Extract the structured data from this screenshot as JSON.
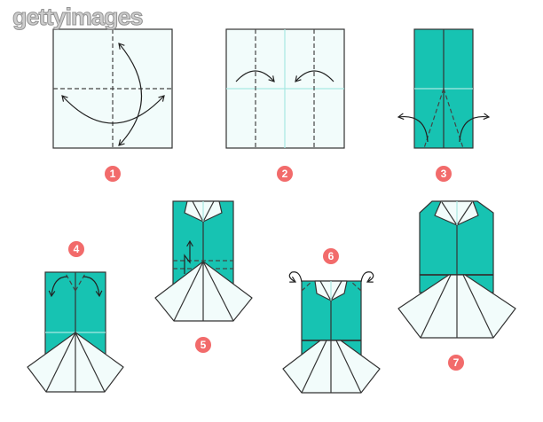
{
  "watermark": "gettyimages",
  "colors": {
    "teal": "#17c3b2",
    "paper": "#f2fcfb",
    "badge": "#f26b6b",
    "line": "#333333"
  },
  "steps": [
    {
      "label": "1"
    },
    {
      "label": "2"
    },
    {
      "label": "3"
    },
    {
      "label": "4"
    },
    {
      "label": "5"
    },
    {
      "label": "6"
    },
    {
      "label": "7"
    }
  ]
}
